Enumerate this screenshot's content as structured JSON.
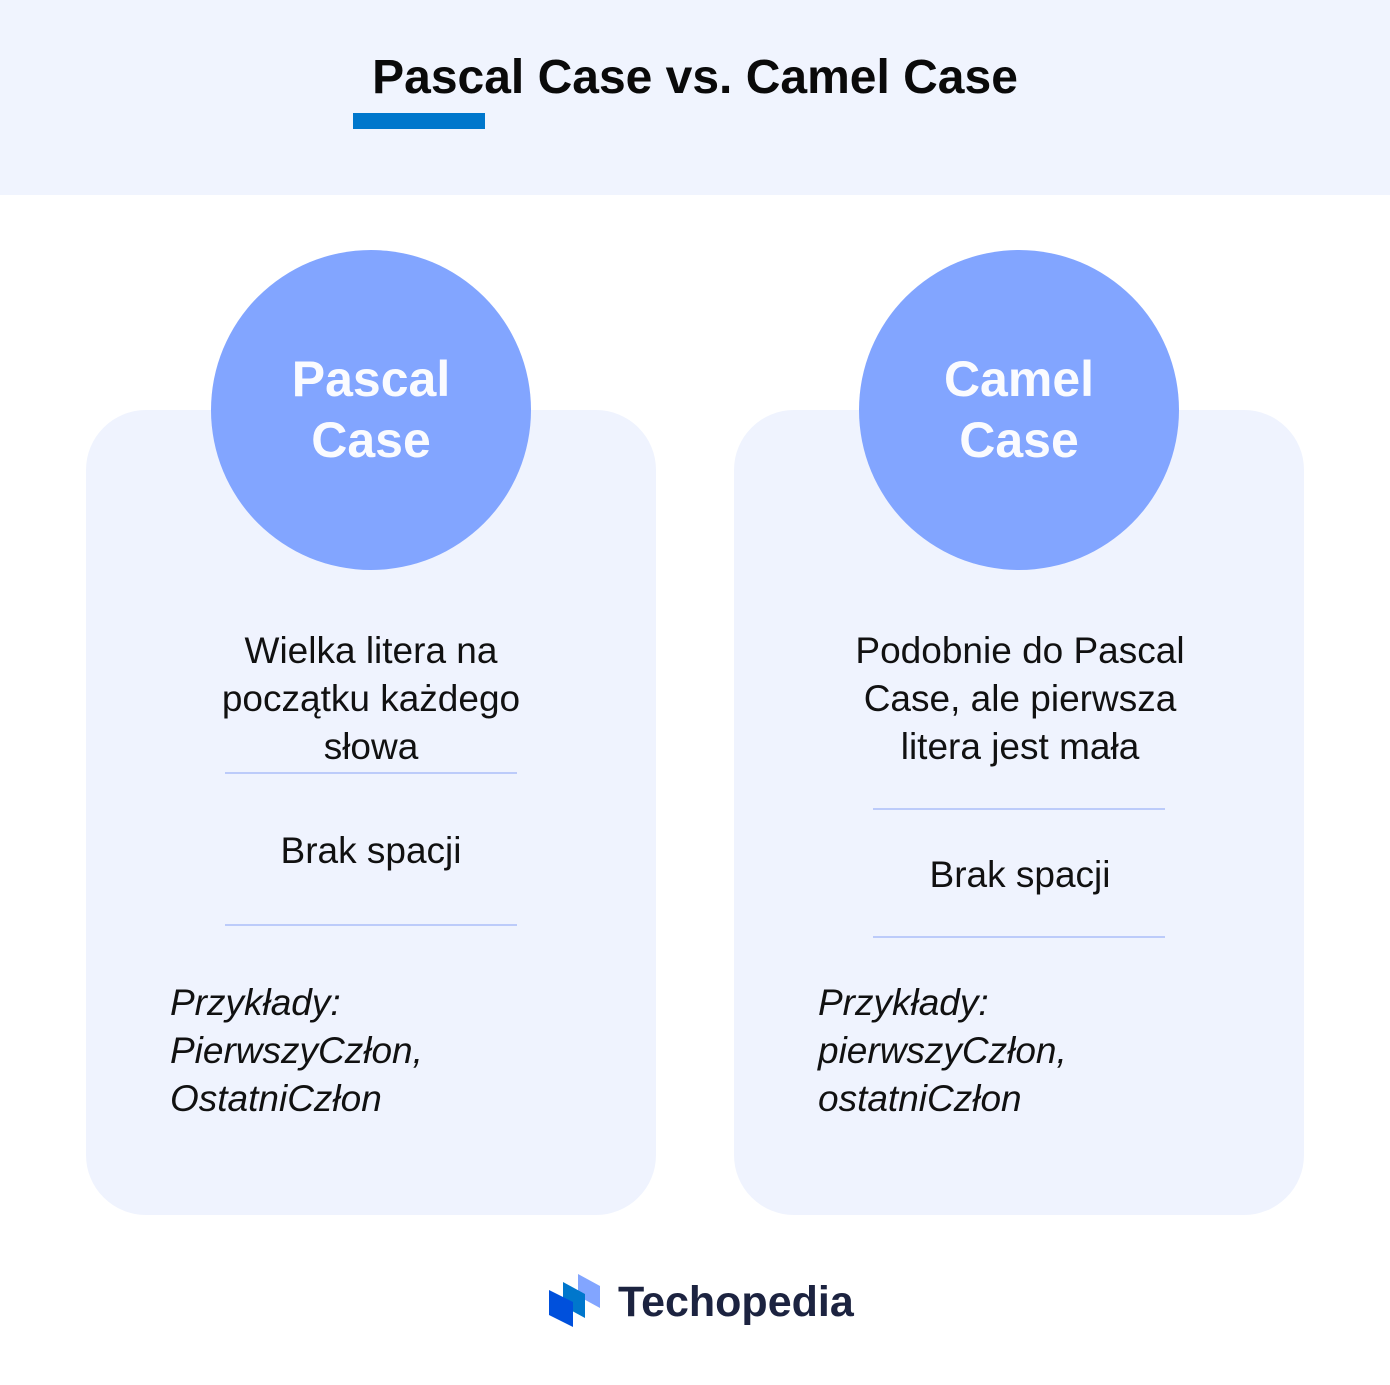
{
  "title": "Pascal Case vs. Camel Case",
  "cards": [
    {
      "circle_line1": "Pascal",
      "circle_line2": "Case",
      "desc": "Wielka litera na początku każdego słowa",
      "rule": "Brak spacji",
      "examples_label": "Przykłady:",
      "example1": "PierwszyCzłon,",
      "example2": "OstatniCzłon"
    },
    {
      "circle_line1": "Camel",
      "circle_line2": "Case",
      "desc": "Podobnie do Pascal Case, ale pierwsza litera jest mała",
      "rule": "Brak spacji",
      "examples_label": "Przykłady:",
      "example1": "pierwszyCzłon,",
      "example2": "ostatniCzłon"
    }
  ],
  "brand": "Techopedia"
}
